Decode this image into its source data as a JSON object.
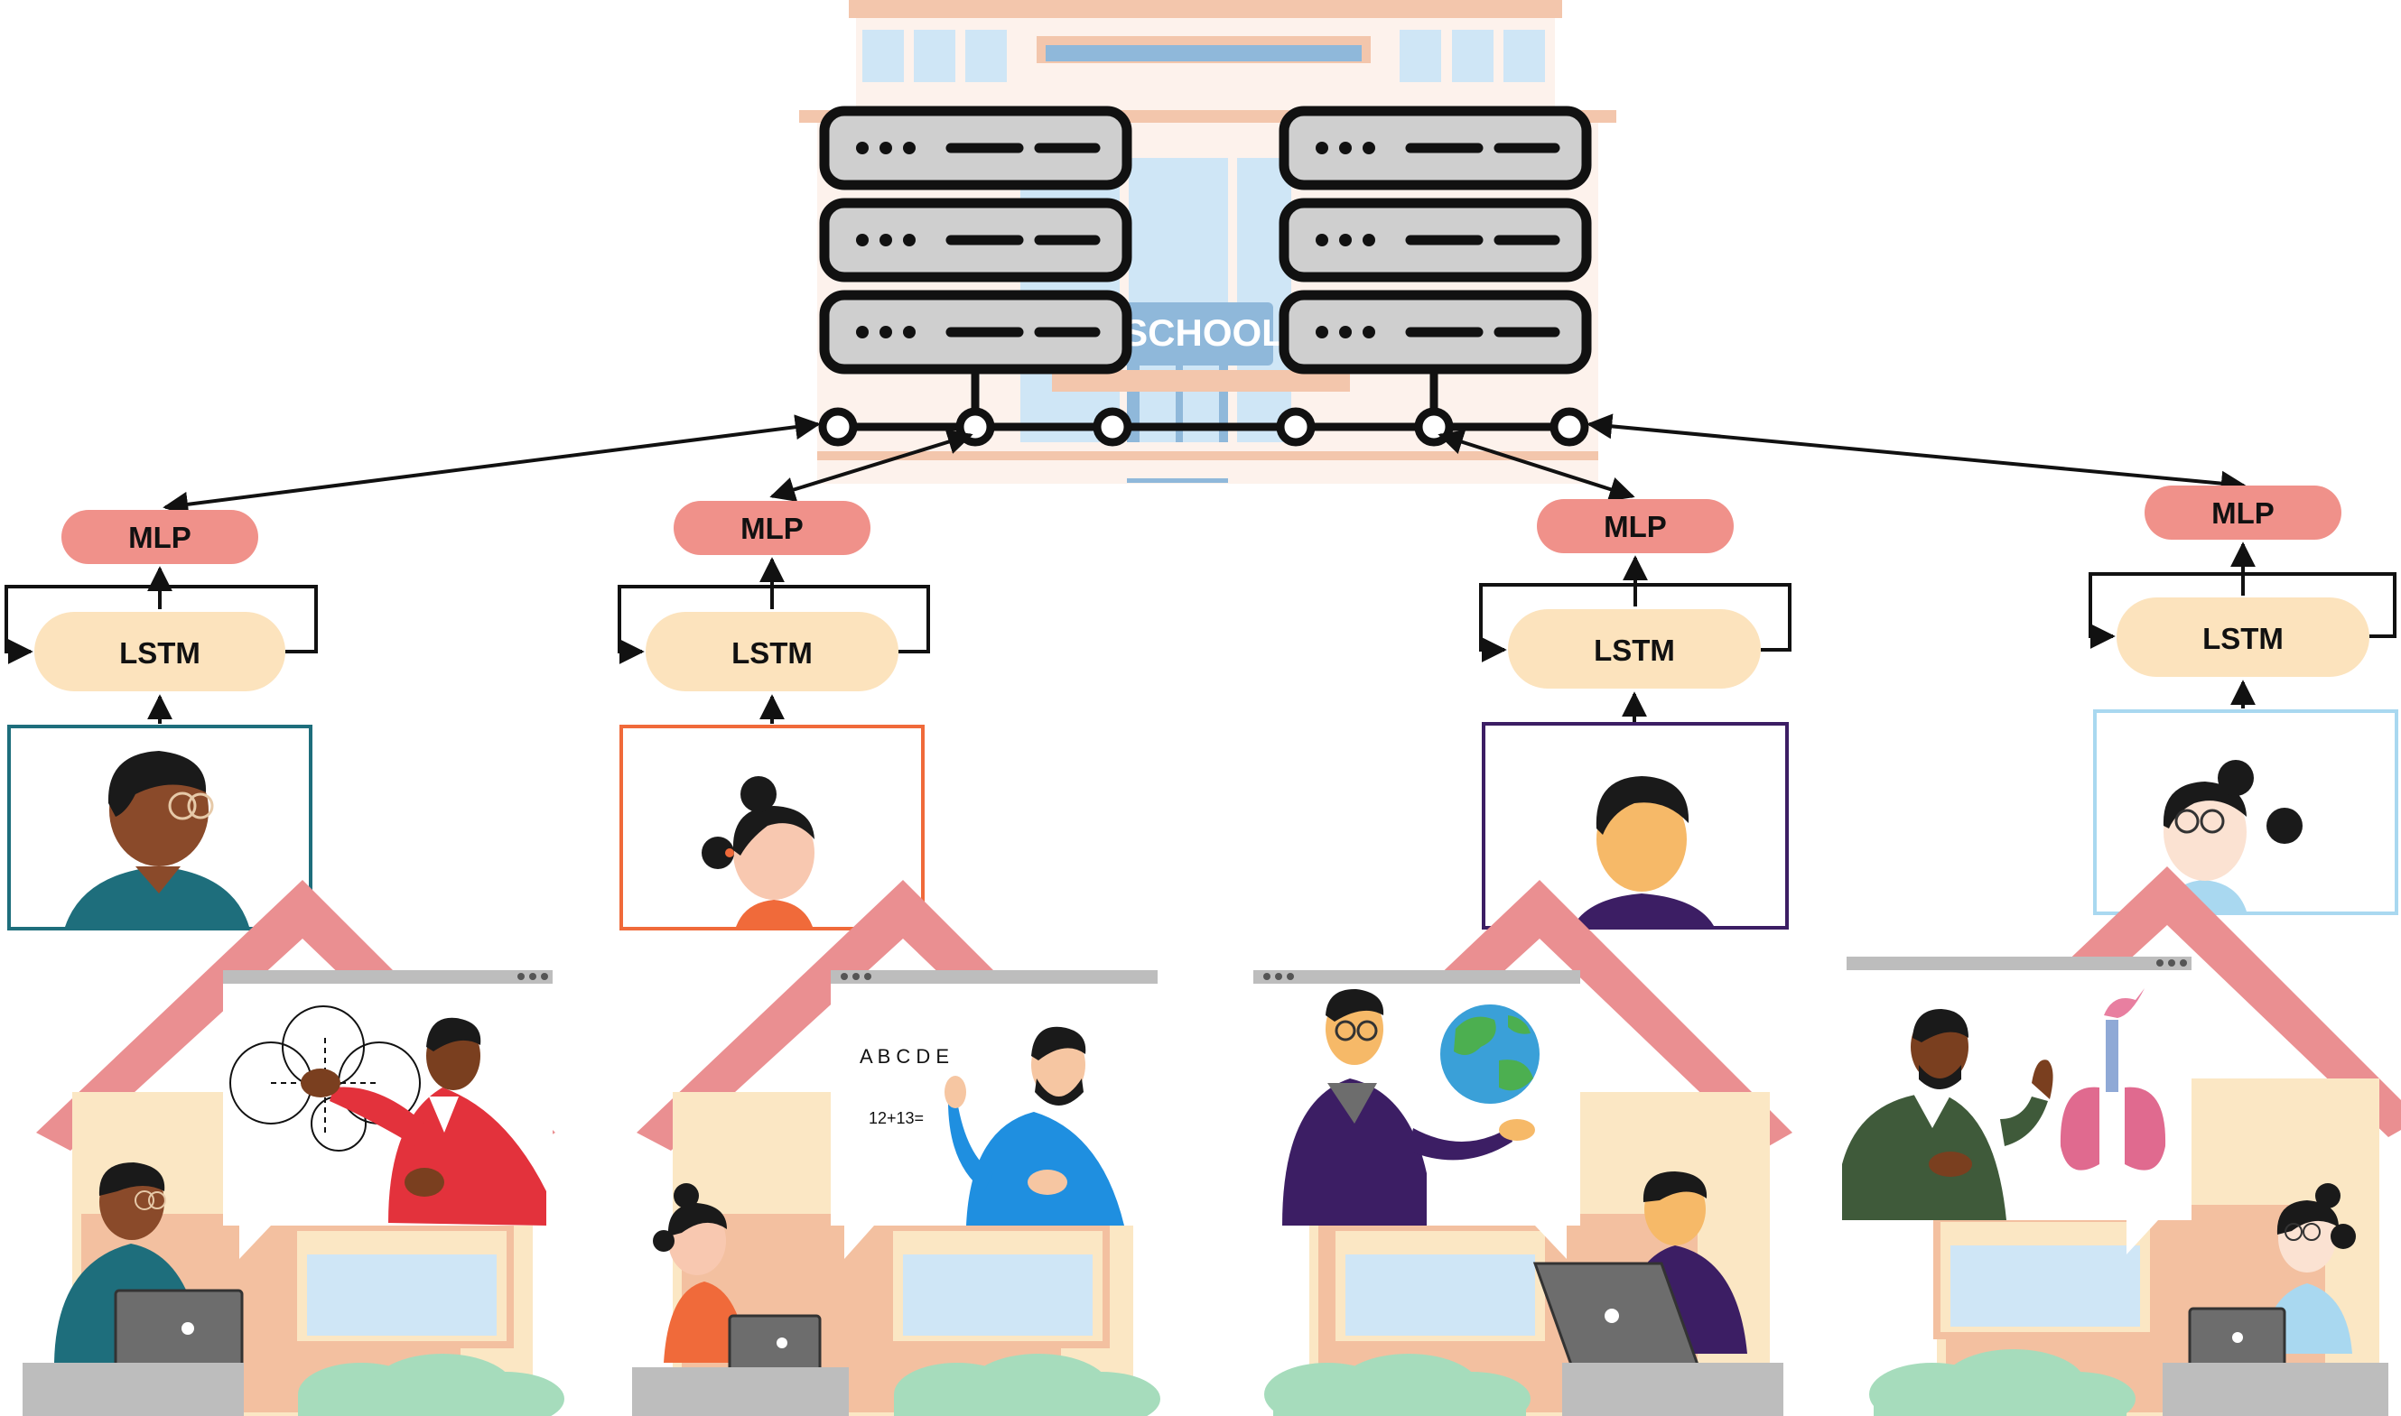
{
  "school_sign": "SCHOOL",
  "nodes": {
    "mlp": "MLP",
    "lstm": "LSTM"
  },
  "board": {
    "letters": "A B C D E",
    "equation": "12+13="
  },
  "colors": {
    "mlp_fill": "#f0918a",
    "lstm_fill": "#fce3bd",
    "client_frames": [
      "#1e6e7c",
      "#f06a3a",
      "#3c1e64",
      "#a9d8f0"
    ],
    "roof": "#ea8f91",
    "house_wall": "#fbe7c4",
    "bush": "#a6dcbc",
    "server": "#c9c9c9"
  },
  "icons": [
    "server-rack-icon",
    "school-building-icon",
    "person-avatar-icon",
    "laptop-icon",
    "teacher-icon",
    "globe-icon",
    "lungs-icon",
    "geometry-circles-icon"
  ]
}
